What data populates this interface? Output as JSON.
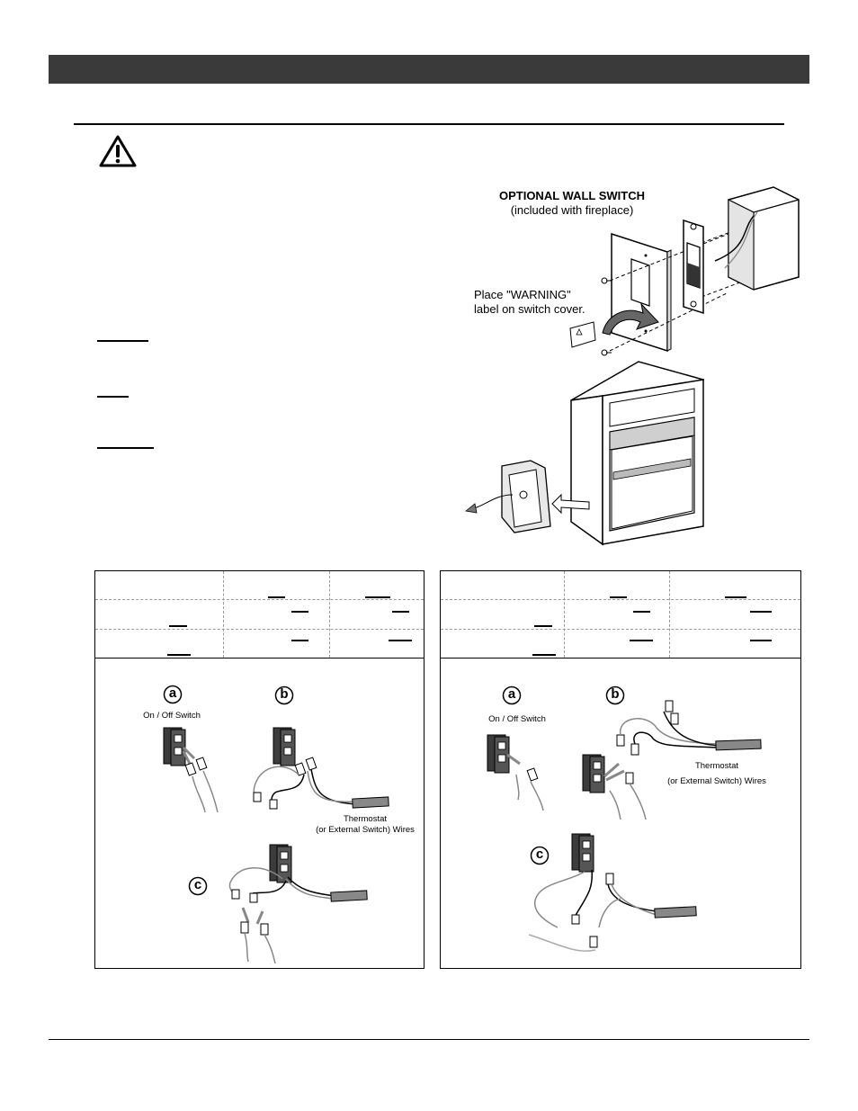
{
  "wall_switch": {
    "title": "OPTIONAL WALL SWITCH",
    "subtitle": "(included with fireplace)",
    "label_instruction_line1": "Place \"WARNING\"",
    "label_instruction_line2": "label on switch cover."
  },
  "wiring_left": {
    "marker_a": "a",
    "marker_b": "b",
    "marker_c": "c",
    "switch_label": "On / Off Switch",
    "wire_label_line1": "Thermostat",
    "wire_label_line2": "(or External Switch) Wires"
  },
  "wiring_right": {
    "marker_a": "a",
    "marker_b": "b",
    "marker_c": "c",
    "switch_label": "On / Off Switch",
    "wire_label_line1": "Thermostat",
    "wire_label_line2": "(or External Switch) Wires"
  },
  "icons": [
    "warning-triangle-icon",
    "wall-switch-diagram",
    "fireplace-insert-diagram",
    "wiring-diagram"
  ],
  "colors": {
    "header_bar": "#3a3a3a",
    "switch_body": "#3c3c3c",
    "wire_grey": "#8a8a8a"
  }
}
